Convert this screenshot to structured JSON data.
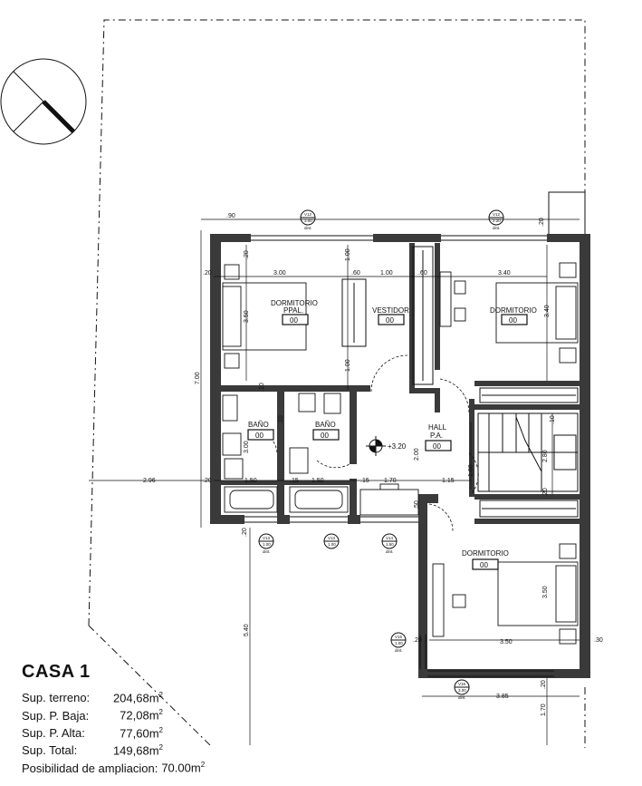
{
  "casa": {
    "title": "CASA 1",
    "rows": [
      {
        "label": "Sup. terreno:",
        "value": "204,68m",
        "sup": "2"
      },
      {
        "label": "Sup. P. Baja:",
        "value": "72,08m",
        "sup": "2"
      },
      {
        "label": "Sup. P. Alta:",
        "value": "77,60m",
        "sup": "2"
      },
      {
        "label": "Sup. Total:",
        "value": "149,68m",
        "sup": "2"
      }
    ],
    "ampliacion": {
      "label": "Posibilidad de ampliacion:",
      "value": "70.00m",
      "sup": "2"
    }
  },
  "rooms": {
    "dormitorio_ppal": {
      "line1": "DORMITORIO",
      "line2": "PPAL.",
      "code": "00"
    },
    "vestidor": {
      "name": "VESTIDOR",
      "code": "00"
    },
    "dormitorio_ne": {
      "name": "DORMITORIO",
      "code": "00"
    },
    "bano_1": {
      "name": "BAÑO",
      "code": "00"
    },
    "bano_2": {
      "name": "BAÑO",
      "code": "00"
    },
    "hall": {
      "line1": "HALL",
      "line2": "P.A.",
      "code": "00"
    },
    "dormitorio_s": {
      "name": "DORMITORIO",
      "code": "00"
    }
  },
  "level": "+3.20",
  "windows": [
    {
      "id": "V12",
      "size": "3.00",
      "note": "dint."
    },
    {
      "id": "V12",
      "size": "2.20",
      "note": "dint."
    },
    {
      "id": "V13",
      "size": "1.00",
      "note": "dint."
    },
    {
      "id": "V13",
      "size": "1.00",
      "note": "dint."
    },
    {
      "id": "V14",
      "size": "1.50",
      "note": "dint."
    },
    {
      "id": "V15",
      "size": "1.00",
      "note": "dint."
    },
    {
      "id": "V16",
      "size": "3.00",
      "note": "dint."
    }
  ],
  "dims": {
    "d90": ".90",
    "d20a": ".20",
    "d20b": ".20",
    "d20c": ".20",
    "d300": "3.00",
    "d60a": ".60",
    "d100a": "1.00",
    "d60b": ".60",
    "d340h": "3.40",
    "d100v1": "1.00",
    "d350v": "3.50",
    "d100v2": "1.00",
    "d700": "7.00",
    "d340v": "3.40",
    "d10a": ".10",
    "d10b": ".10",
    "d10c": ".10",
    "d300v": "3.00",
    "d200v": "2.00",
    "d296": "2.96",
    "d20d": ".20",
    "d150a": "1.50",
    "d15a": ".15",
    "d150b": "1.50",
    "d15b": ".15",
    "d170": "1.70",
    "d115": "1.15",
    "d100v3": "1.00",
    "d50": ".50",
    "d20e": ".20",
    "d20f": ".20",
    "d20g": ".20",
    "d540": "5.40",
    "d350b": "3.50",
    "d350v2": "3.50",
    "d30": ".30",
    "d20h": ".20",
    "d385": "3.85",
    "d170v": "1.70",
    "d280": "2.80"
  }
}
